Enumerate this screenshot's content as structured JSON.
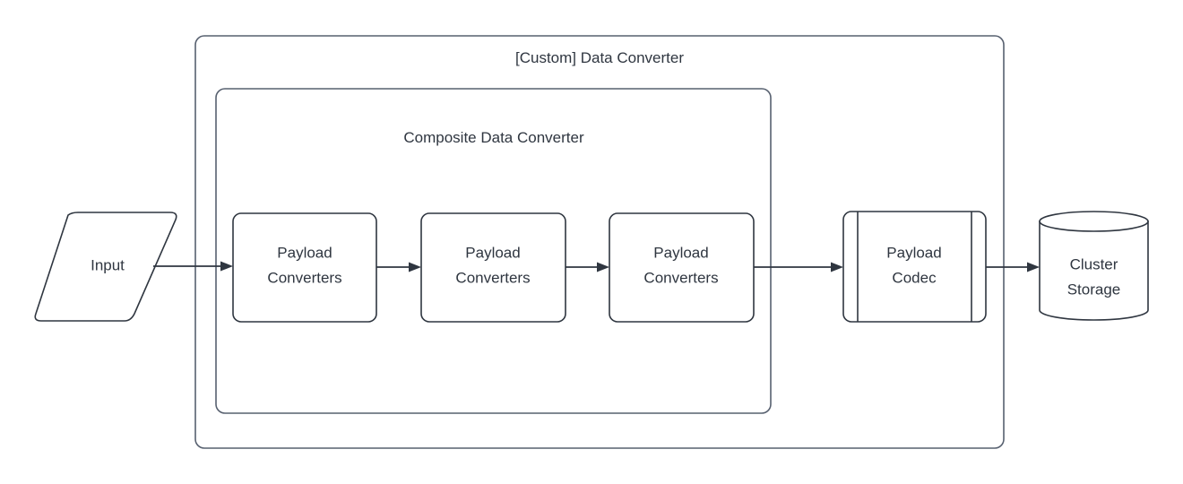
{
  "diagram": {
    "type": "flowchart",
    "background_color": "#ffffff",
    "stroke_color": "#2f3640",
    "container_stroke_color": "#57606f",
    "text_color": "#2f3640",
    "containers": [
      {
        "id": "custom-data-converter",
        "label": "[Custom] Data Converter",
        "shape": "rounded-rectangle"
      },
      {
        "id": "composite-data-converter",
        "label": "Composite Data Converter",
        "shape": "rounded-rectangle"
      }
    ],
    "nodes": [
      {
        "id": "input",
        "label": "Input",
        "shape": "parallelogram"
      },
      {
        "id": "payload-converters-1",
        "label_line1": "Payload",
        "label_line2": "Converters",
        "shape": "rounded-rectangle"
      },
      {
        "id": "payload-converters-2",
        "label_line1": "Payload",
        "label_line2": "Converters",
        "shape": "rounded-rectangle"
      },
      {
        "id": "payload-converters-3",
        "label_line1": "Payload",
        "label_line2": "Converters",
        "shape": "rounded-rectangle"
      },
      {
        "id": "payload-codec",
        "label_line1": "Payload",
        "label_line2": "Codec",
        "shape": "predefined-process"
      },
      {
        "id": "cluster-storage",
        "label_line1": "Cluster",
        "label_line2": "Storage",
        "shape": "cylinder"
      }
    ],
    "edges": [
      {
        "id": "edge-input-to-pc1",
        "from": "input",
        "to": "payload-converters-1",
        "arrow": "single"
      },
      {
        "id": "edge-pc1-to-pc2",
        "from": "payload-converters-1",
        "to": "payload-converters-2",
        "arrow": "single"
      },
      {
        "id": "edge-pc2-to-pc3",
        "from": "payload-converters-2",
        "to": "payload-converters-3",
        "arrow": "single"
      },
      {
        "id": "edge-pc3-to-codec",
        "from": "payload-converters-3",
        "to": "payload-codec",
        "arrow": "single"
      },
      {
        "id": "edge-codec-to-storage",
        "from": "payload-codec",
        "to": "cluster-storage",
        "arrow": "single"
      }
    ]
  }
}
